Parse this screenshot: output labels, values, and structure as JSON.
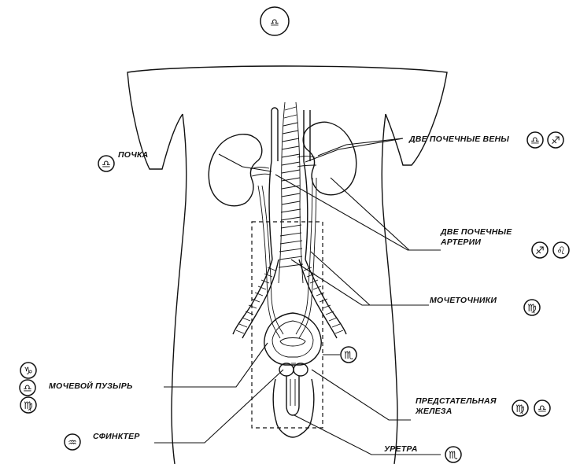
{
  "labels": {
    "kidney": "ПОЧКА",
    "renal_veins": "ДВЕ ПОЧЕЧНЫЕ ВЕНЫ",
    "renal_arteries_l1": "ДВЕ ПОЧЕЧНЫЕ",
    "renal_arteries_l2": "АРТЕРИИ",
    "ureters": "МОЧЕТОЧНИКИ",
    "bladder": "МОЧЕВОЙ ПУЗЫРЬ",
    "prostate_l1": "ПРЕДСТАТЕЛЬНАЯ",
    "prostate_l2": "ЖЕЛЕЗА",
    "sphincter": "СФИНКТЕР",
    "urethra": "УРЕТРА"
  },
  "symbols": {
    "top_libra": "♎",
    "kidney_libra": "♎",
    "veins_libra": "♎",
    "veins_sagittarius": "♐",
    "arteries_sagittarius": "♐",
    "arteries_leo": "♌",
    "ureters_virgo": "♍",
    "bladder_scorpio_side": "♏",
    "bladder_libra": "♎",
    "bladder_capricorn": "♑",
    "bladder_virgo": "♍",
    "prostate_virgo": "♍",
    "prostate_libra": "♎",
    "sphincter_aquarius": "♒",
    "urethra_scorpio": "♏"
  }
}
